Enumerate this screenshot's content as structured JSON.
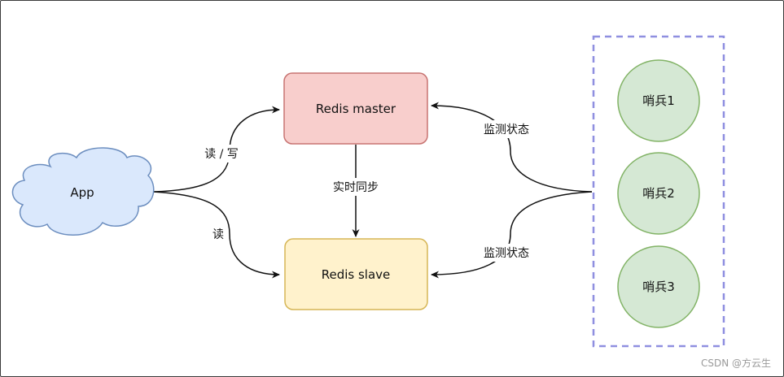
{
  "nodes": {
    "app": "App",
    "master": "Redis master",
    "slave": "Redis slave",
    "sentinels": [
      "哨兵1",
      "哨兵2",
      "哨兵3"
    ]
  },
  "edges": {
    "read_write": "读 / 写",
    "read": "读",
    "sync": "实时同步",
    "monitor_master": "监测状态",
    "monitor_slave": "监测状态"
  },
  "watermark": "CSDN @方云生",
  "colors": {
    "master_fill": "#f8cecc",
    "master_stroke": "#c77371",
    "slave_fill": "#fff2cc",
    "slave_stroke": "#d6b656",
    "cloud_fill": "#dae8fc",
    "cloud_stroke": "#6c8ebf",
    "sentinel_fill": "#d5e8d4",
    "sentinel_stroke": "#82b366",
    "group_border": "#8f8fe0"
  }
}
